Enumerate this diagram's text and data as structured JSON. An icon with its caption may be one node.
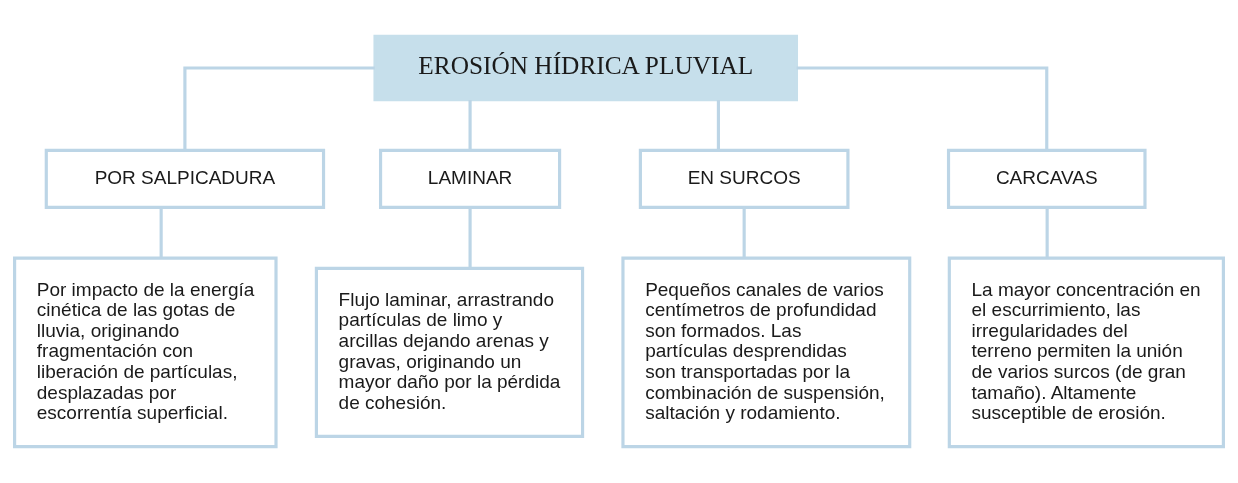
{
  "diagram": {
    "nodes": [
      {
        "text": [
          "EROSIÓN HÍDRICA PLUVIAL"
        ]
      },
      {
        "text": [
          "POR SALPICADURA"
        ]
      },
      {
        "text": [
          "LAMINAR"
        ]
      },
      {
        "text": [
          "EN SURCOS"
        ]
      },
      {
        "text": [
          "CARCAVAS"
        ]
      },
      {
        "text": [
          "Por impacto de la energía cinética de las gotas de lluvia, originando fragmentación con liberación de partículas, desplazadas por escorrentía superficial."
        ]
      },
      {
        "text": [
          "Flujo laminar, arrastrando partículas de limo y arcillas dejando arenas y gravas, originando un mayor daño por la pérdida de cohesión."
        ]
      },
      {
        "text": [
          "Pequeños canales de varios centímetros de profundidad son formados. Las partículas desprendidas son transportadas por la combinación de suspensión, saltación y rodamiento."
        ]
      },
      {
        "text": [
          "La mayor concentración en el escurrimiento, las irregularidades del terreno permiten la unión de varios surcos (de gran tamaño). Altamente susceptible de erosión."
        ]
      }
    ],
    "edges": [
      {
        "from": 0,
        "to": 1,
        "arrow": "none"
      },
      {
        "from": 0,
        "to": 2,
        "arrow": "none"
      },
      {
        "from": 0,
        "to": 3,
        "arrow": "none"
      },
      {
        "from": 0,
        "to": 4,
        "arrow": "none"
      },
      {
        "from": 1,
        "to": 5,
        "arrow": "none"
      },
      {
        "from": 2,
        "to": 6,
        "arrow": "none"
      },
      {
        "from": 3,
        "to": 7,
        "arrow": "none"
      },
      {
        "from": 4,
        "to": 8,
        "arrow": "none"
      }
    ]
  }
}
